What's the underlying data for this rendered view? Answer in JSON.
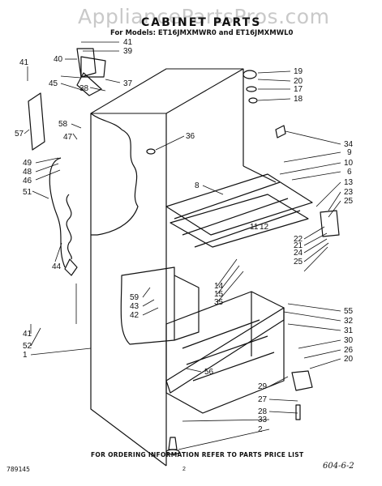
{
  "watermark": "AppliancePartsPros.com",
  "title": "CABINET PARTS",
  "subtitle": "For Models: ET16JMXMWR0 and ET16JMXMWL0",
  "footer": "FOR ORDERING INFORMATION REFER TO PARTS PRICE LIST",
  "catalog_number": "789145",
  "page_number": "2",
  "handwritten_note": "604-6-2",
  "callouts": [
    {
      "id": "c41a",
      "label": "41"
    },
    {
      "id": "c39",
      "label": "39"
    },
    {
      "id": "c40",
      "label": "40"
    },
    {
      "id": "c41b",
      "label": "41"
    },
    {
      "id": "c45",
      "label": "45"
    },
    {
      "id": "c38",
      "label": "38"
    },
    {
      "id": "c37",
      "label": "37"
    },
    {
      "id": "c57",
      "label": "57"
    },
    {
      "id": "c58",
      "label": "58"
    },
    {
      "id": "c47",
      "label": "47"
    },
    {
      "id": "c49",
      "label": "49"
    },
    {
      "id": "c48",
      "label": "48"
    },
    {
      "id": "c46",
      "label": "46"
    },
    {
      "id": "c51",
      "label": "51"
    },
    {
      "id": "c44",
      "label": "44"
    },
    {
      "id": "c36",
      "label": "36"
    },
    {
      "id": "c19",
      "label": "19"
    },
    {
      "id": "c20a",
      "label": "20"
    },
    {
      "id": "c17",
      "label": "17"
    },
    {
      "id": "c18",
      "label": "18"
    },
    {
      "id": "c34",
      "label": "34"
    },
    {
      "id": "c9",
      "label": "9"
    },
    {
      "id": "c10",
      "label": "10"
    },
    {
      "id": "c6",
      "label": "6"
    },
    {
      "id": "c13",
      "label": "13"
    },
    {
      "id": "c23",
      "label": "23"
    },
    {
      "id": "c25a",
      "label": "25"
    },
    {
      "id": "c8",
      "label": "8"
    },
    {
      "id": "c11",
      "label": "11"
    },
    {
      "id": "c12",
      "label": "12"
    },
    {
      "id": "c22",
      "label": "22"
    },
    {
      "id": "c21",
      "label": "21"
    },
    {
      "id": "c24",
      "label": "24"
    },
    {
      "id": "c25b",
      "label": "25"
    },
    {
      "id": "c14",
      "label": "14"
    },
    {
      "id": "c15",
      "label": "15"
    },
    {
      "id": "c35",
      "label": "35"
    },
    {
      "id": "c59",
      "label": "59"
    },
    {
      "id": "c43",
      "label": "43"
    },
    {
      "id": "c42",
      "label": "42"
    },
    {
      "id": "c55",
      "label": "55"
    },
    {
      "id": "c32",
      "label": "32"
    },
    {
      "id": "c31",
      "label": "31"
    },
    {
      "id": "c30",
      "label": "30"
    },
    {
      "id": "c26",
      "label": "26"
    },
    {
      "id": "c20b",
      "label": "20"
    },
    {
      "id": "c41c",
      "label": "41"
    },
    {
      "id": "c52",
      "label": "52"
    },
    {
      "id": "c1",
      "label": "1"
    },
    {
      "id": "c56",
      "label": "56"
    },
    {
      "id": "c29",
      "label": "29"
    },
    {
      "id": "c27",
      "label": "27"
    },
    {
      "id": "c28",
      "label": "28"
    },
    {
      "id": "c33",
      "label": "33"
    },
    {
      "id": "c2",
      "label": "2"
    }
  ]
}
